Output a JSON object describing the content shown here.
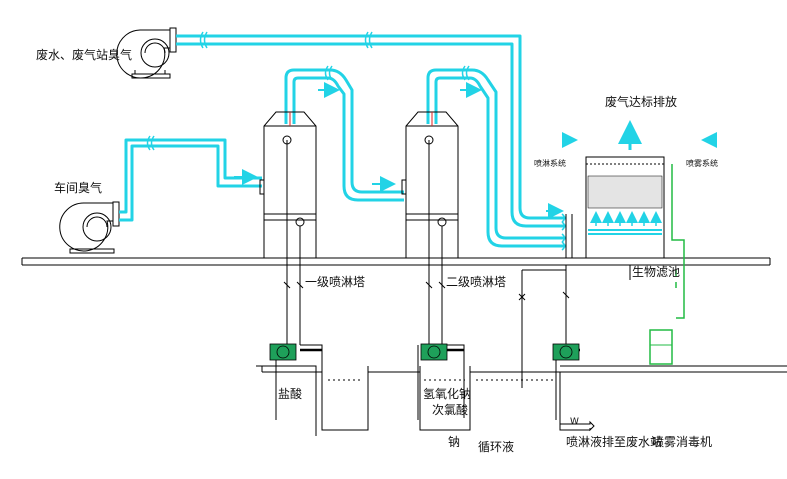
{
  "labels": {
    "wastewater_station_odor": "废水、废气站臭气",
    "workshop_odor": "车间臭气",
    "exhaust_standard": "废气达标排放",
    "spray_system_left": "喷淋系统",
    "spray_system_right": "喷雾系统",
    "tower1": "一级喷淋塔",
    "tower2": "二级喷淋塔",
    "bio_filter": "生物滤池",
    "hcl": "盐酸",
    "naoh": "氢氧化钠",
    "naclo_1": "次氯酸",
    "naclo_2": "钠",
    "circulating": "循环液",
    "discharge": "喷淋液排至废水站",
    "sprayer": "喷雾消毒机",
    "valve_w": "W"
  },
  "colors": {
    "duct": "#22d3e6",
    "line": "#000000",
    "green": "#22bb44",
    "pump": "#1ea05a",
    "filter_media": "#e4e4e4"
  }
}
